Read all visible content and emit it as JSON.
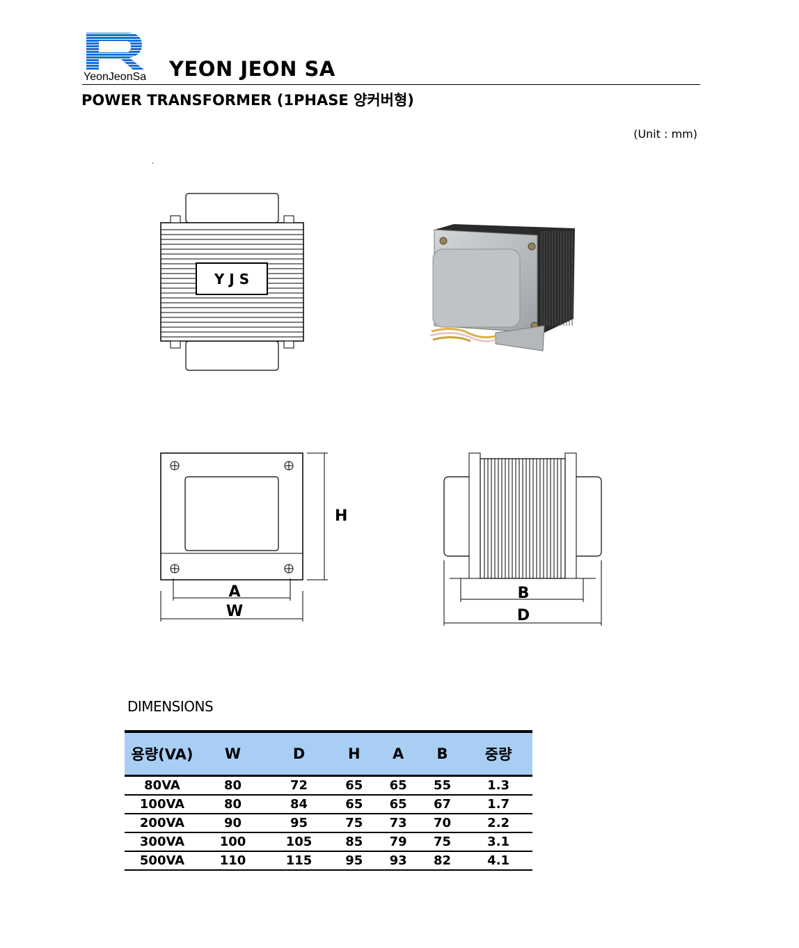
{
  "header": {
    "logo_caption": "YeonJeonSa",
    "brand_name": "YEON JEON SA",
    "doc_title": "POWER TRANSFORMER (1PHASE 양커버형)",
    "unit_note": "(Unit : mm)"
  },
  "drawing": {
    "plate_label": "Y J S",
    "labels": {
      "h": "H",
      "a": "A",
      "w": "W",
      "b": "B",
      "d": "D"
    }
  },
  "dimensions_heading": "DIMENSIONS",
  "table": {
    "headers": [
      "용량(VA)",
      "W",
      "D",
      "H",
      "A",
      "B",
      "중량"
    ],
    "rows": [
      [
        "80VA",
        "80",
        "72",
        "65",
        "65",
        "55",
        "1.3"
      ],
      [
        "100VA",
        "80",
        "84",
        "65",
        "65",
        "67",
        "1.7"
      ],
      [
        "200VA",
        "90",
        "95",
        "75",
        "73",
        "70",
        "2.2"
      ],
      [
        "300VA",
        "100",
        "105",
        "85",
        "79",
        "75",
        "3.1"
      ],
      [
        "500VA",
        "110",
        "115",
        "95",
        "93",
        "82",
        "4.1"
      ]
    ]
  },
  "colors": {
    "logo_blue": "#1a6fd1",
    "table_header_bg": "#a9cef4"
  }
}
